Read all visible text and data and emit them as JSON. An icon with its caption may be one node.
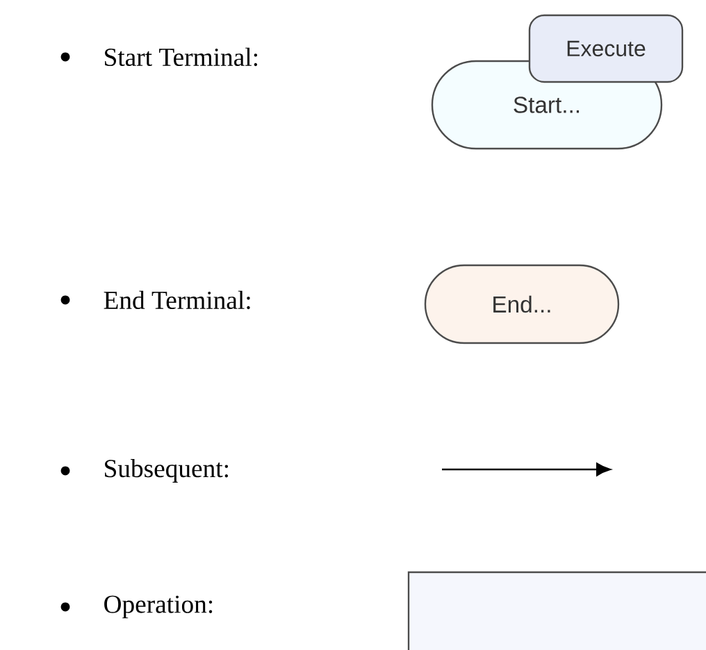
{
  "diagram": {
    "nodes": [
      {
        "text": [
          "Start..."
        ]
      },
      {
        "text": [
          "Execute"
        ]
      },
      {
        "text": [
          "End..."
        ]
      },
      {
        "text": [],
        "shape": "box"
      }
    ],
    "labels": [
      "Start Terminal:",
      "End Terminal:",
      "Subsequent:",
      "Operation:"
    ]
  }
}
